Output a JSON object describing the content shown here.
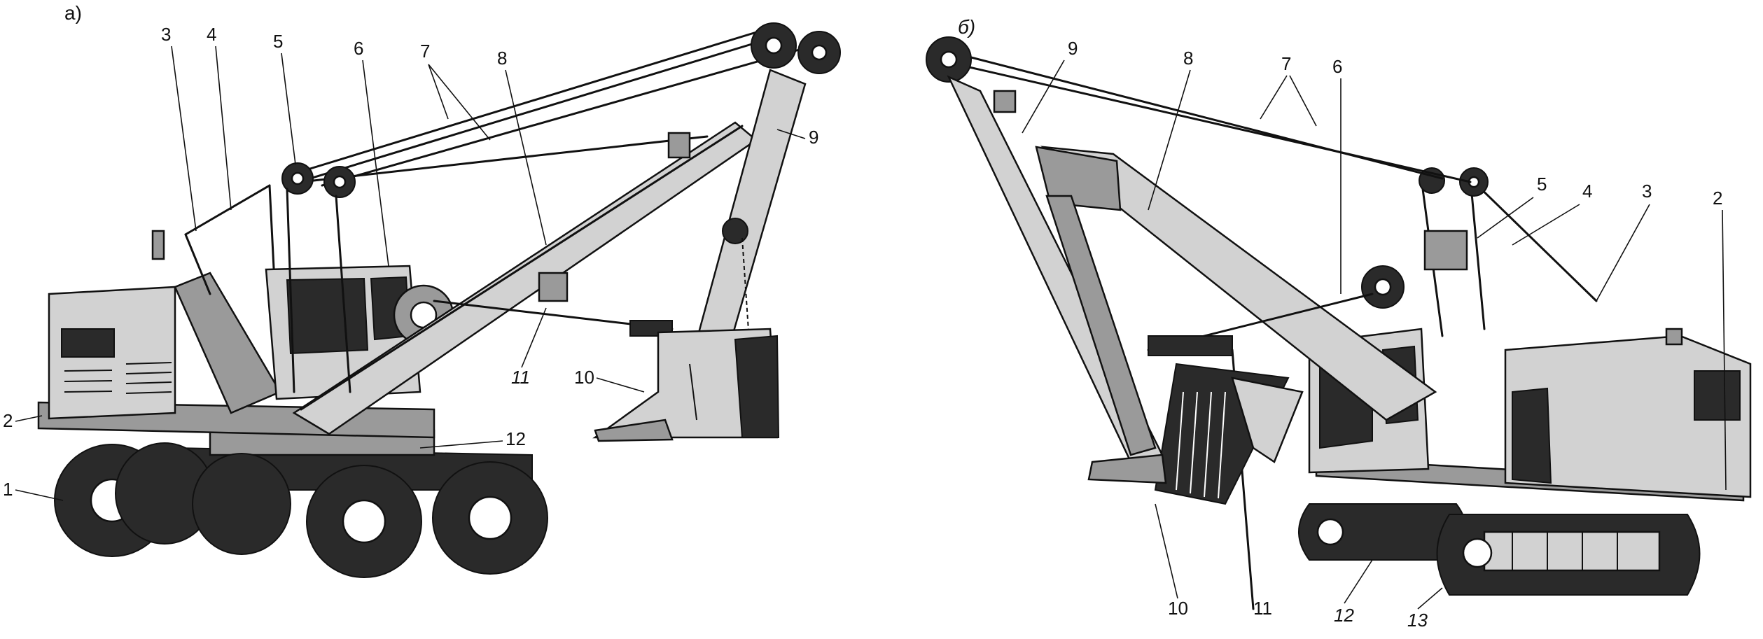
{
  "figure_a": {
    "sublabel": "а)",
    "callouts": [
      {
        "id": "a1",
        "text": "1"
      },
      {
        "id": "a2",
        "text": "2"
      },
      {
        "id": "a3",
        "text": "3"
      },
      {
        "id": "a4",
        "text": "4"
      },
      {
        "id": "a5",
        "text": "5"
      },
      {
        "id": "a6",
        "text": "6"
      },
      {
        "id": "a7",
        "text": "7"
      },
      {
        "id": "a8",
        "text": "8"
      },
      {
        "id": "a9",
        "text": "9"
      },
      {
        "id": "a10",
        "text": "10"
      },
      {
        "id": "a11",
        "text": "11"
      },
      {
        "id": "a12",
        "text": "12"
      }
    ]
  },
  "figure_b": {
    "sublabel": "б)",
    "callouts": [
      {
        "id": "b2",
        "text": "2"
      },
      {
        "id": "b3",
        "text": "3"
      },
      {
        "id": "b4",
        "text": "4"
      },
      {
        "id": "b5",
        "text": "5"
      },
      {
        "id": "b6",
        "text": "6"
      },
      {
        "id": "b7",
        "text": "7"
      },
      {
        "id": "b8",
        "text": "8"
      },
      {
        "id": "b9",
        "text": "9"
      },
      {
        "id": "b10",
        "text": "10"
      },
      {
        "id": "b11",
        "text": "11"
      },
      {
        "id": "b12",
        "text": "12"
      },
      {
        "id": "b13",
        "text": "13"
      }
    ]
  }
}
